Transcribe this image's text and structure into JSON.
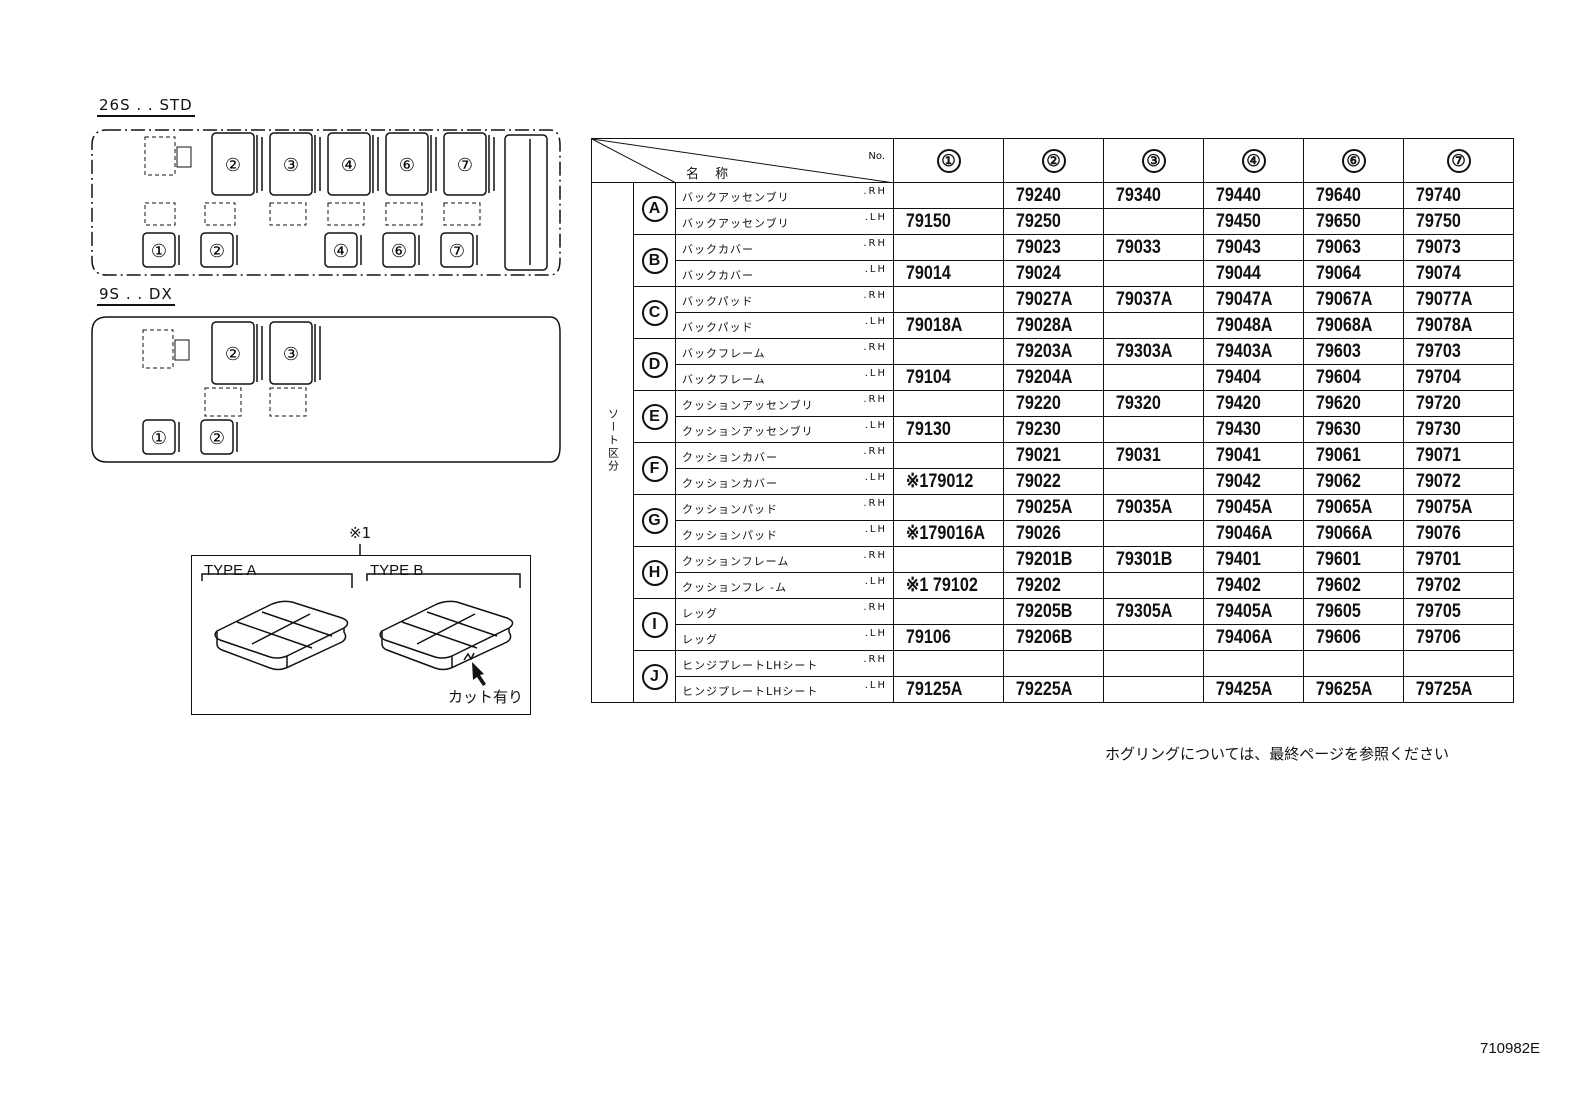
{
  "layouts": [
    {
      "label": "26S . . STD"
    },
    {
      "label": "9S . . DX"
    }
  ],
  "seat_numbers_26s": [
    "②",
    "③",
    "④",
    "⑥",
    "⑦",
    "①",
    "②",
    "④",
    "⑥",
    "⑦"
  ],
  "seat_numbers_9s": [
    "②",
    "③",
    "①",
    "②"
  ],
  "type_box": {
    "ref": "※1",
    "type_a": "TYPE A",
    "type_b": "TYPE B",
    "cut_label": "カット有り"
  },
  "table": {
    "header_name": "名 称",
    "header_no": "No.",
    "group_label": "ソート区分",
    "columns": [
      "①",
      "②",
      "③",
      "④",
      "⑥",
      "⑦"
    ],
    "groups": [
      {
        "letter": "A",
        "rows": [
          {
            "name": "バックアッセンブリ",
            "side": ".RH",
            "codes": [
              "",
              "79240",
              "79340",
              "79440",
              "79640",
              "79740"
            ]
          },
          {
            "name": "バックアッセンブリ",
            "side": ".LH",
            "codes": [
              "79150",
              "79250",
              "",
              "79450",
              "79650",
              "79750"
            ]
          }
        ]
      },
      {
        "letter": "B",
        "rows": [
          {
            "name": "バックカバー",
            "side": ".RH",
            "codes": [
              "",
              "79023",
              "79033",
              "79043",
              "79063",
              "79073"
            ]
          },
          {
            "name": "バックカバー",
            "side": ".LH",
            "codes": [
              "79014",
              "79024",
              "",
              "79044",
              "79064",
              "79074"
            ]
          }
        ]
      },
      {
        "letter": "C",
        "rows": [
          {
            "name": "バックパッド",
            "side": ".RH",
            "codes": [
              "",
              "79027A",
              "79037A",
              "79047A",
              "79067A",
              "79077A"
            ]
          },
          {
            "name": "バックパッド",
            "side": ".LH",
            "codes": [
              "79018A",
              "79028A",
              "",
              "79048A",
              "79068A",
              "79078A"
            ]
          }
        ]
      },
      {
        "letter": "D",
        "rows": [
          {
            "name": "バックフレーム",
            "side": ".RH",
            "codes": [
              "",
              "79203A",
              "79303A",
              "79403A",
              "79603",
              "79703"
            ]
          },
          {
            "name": "バックフレーム",
            "side": ".LH",
            "codes": [
              "79104",
              "79204A",
              "",
              "79404",
              "79604",
              "79704"
            ]
          }
        ]
      },
      {
        "letter": "E",
        "rows": [
          {
            "name": "クッションアッセンブリ",
            "side": ".RH",
            "codes": [
              "",
              "79220",
              "79320",
              "79420",
              "79620",
              "79720"
            ]
          },
          {
            "name": "クッションアッセンブリ",
            "side": ".LH",
            "codes": [
              "79130",
              "79230",
              "",
              "79430",
              "79630",
              "79730"
            ]
          }
        ]
      },
      {
        "letter": "F",
        "rows": [
          {
            "name": "クッションカバー",
            "side": ".RH",
            "codes": [
              "",
              "79021",
              "79031",
              "79041",
              "79061",
              "79071"
            ]
          },
          {
            "name": "クッションカバー",
            "side": ".LH",
            "codes": [
              "※179012",
              "79022",
              "",
              "79042",
              "79062",
              "79072"
            ]
          }
        ]
      },
      {
        "letter": "G",
        "rows": [
          {
            "name": "クッションパッド",
            "side": ".RH",
            "codes": [
              "",
              "79025A",
              "79035A",
              "79045A",
              "79065A",
              "79075A"
            ]
          },
          {
            "name": "クッションパッド",
            "side": ".LH",
            "codes": [
              "※179016A",
              "79026",
              "",
              "79046A",
              "79066A",
              "79076"
            ]
          }
        ]
      },
      {
        "letter": "H",
        "rows": [
          {
            "name": "クッションフレーム",
            "side": ".RH",
            "codes": [
              "",
              "79201B",
              "79301B",
              "79401",
              "79601",
              "79701"
            ]
          },
          {
            "name": "クッションフレ -ム",
            "side": ".LH",
            "codes": [
              "※1 79102",
              "79202",
              "",
              "79402",
              "79602",
              "79702"
            ]
          }
        ]
      },
      {
        "letter": "I",
        "rows": [
          {
            "name": "レッグ",
            "side": ".RH",
            "codes": [
              "",
              "79205B",
              "79305A",
              "79405A",
              "79605",
              "79705"
            ]
          },
          {
            "name": "レッグ",
            "side": ".LH",
            "codes": [
              "79106",
              "79206B",
              "",
              "79406A",
              "79606",
              "79706"
            ]
          }
        ]
      },
      {
        "letter": "J",
        "rows": [
          {
            "name": "ヒンジプレートLHシート",
            "side": ".RH",
            "codes": [
              "",
              "",
              "",
              "",
              "",
              ""
            ]
          },
          {
            "name": "ヒンジプレートLHシート",
            "side": ".LH",
            "codes": [
              "79125A",
              "79225A",
              "",
              "79425A",
              "79625A",
              "79725A"
            ]
          }
        ]
      }
    ]
  },
  "footnote": "ホグリングについては、最終ページを参照ください",
  "figure_number": "710982E"
}
